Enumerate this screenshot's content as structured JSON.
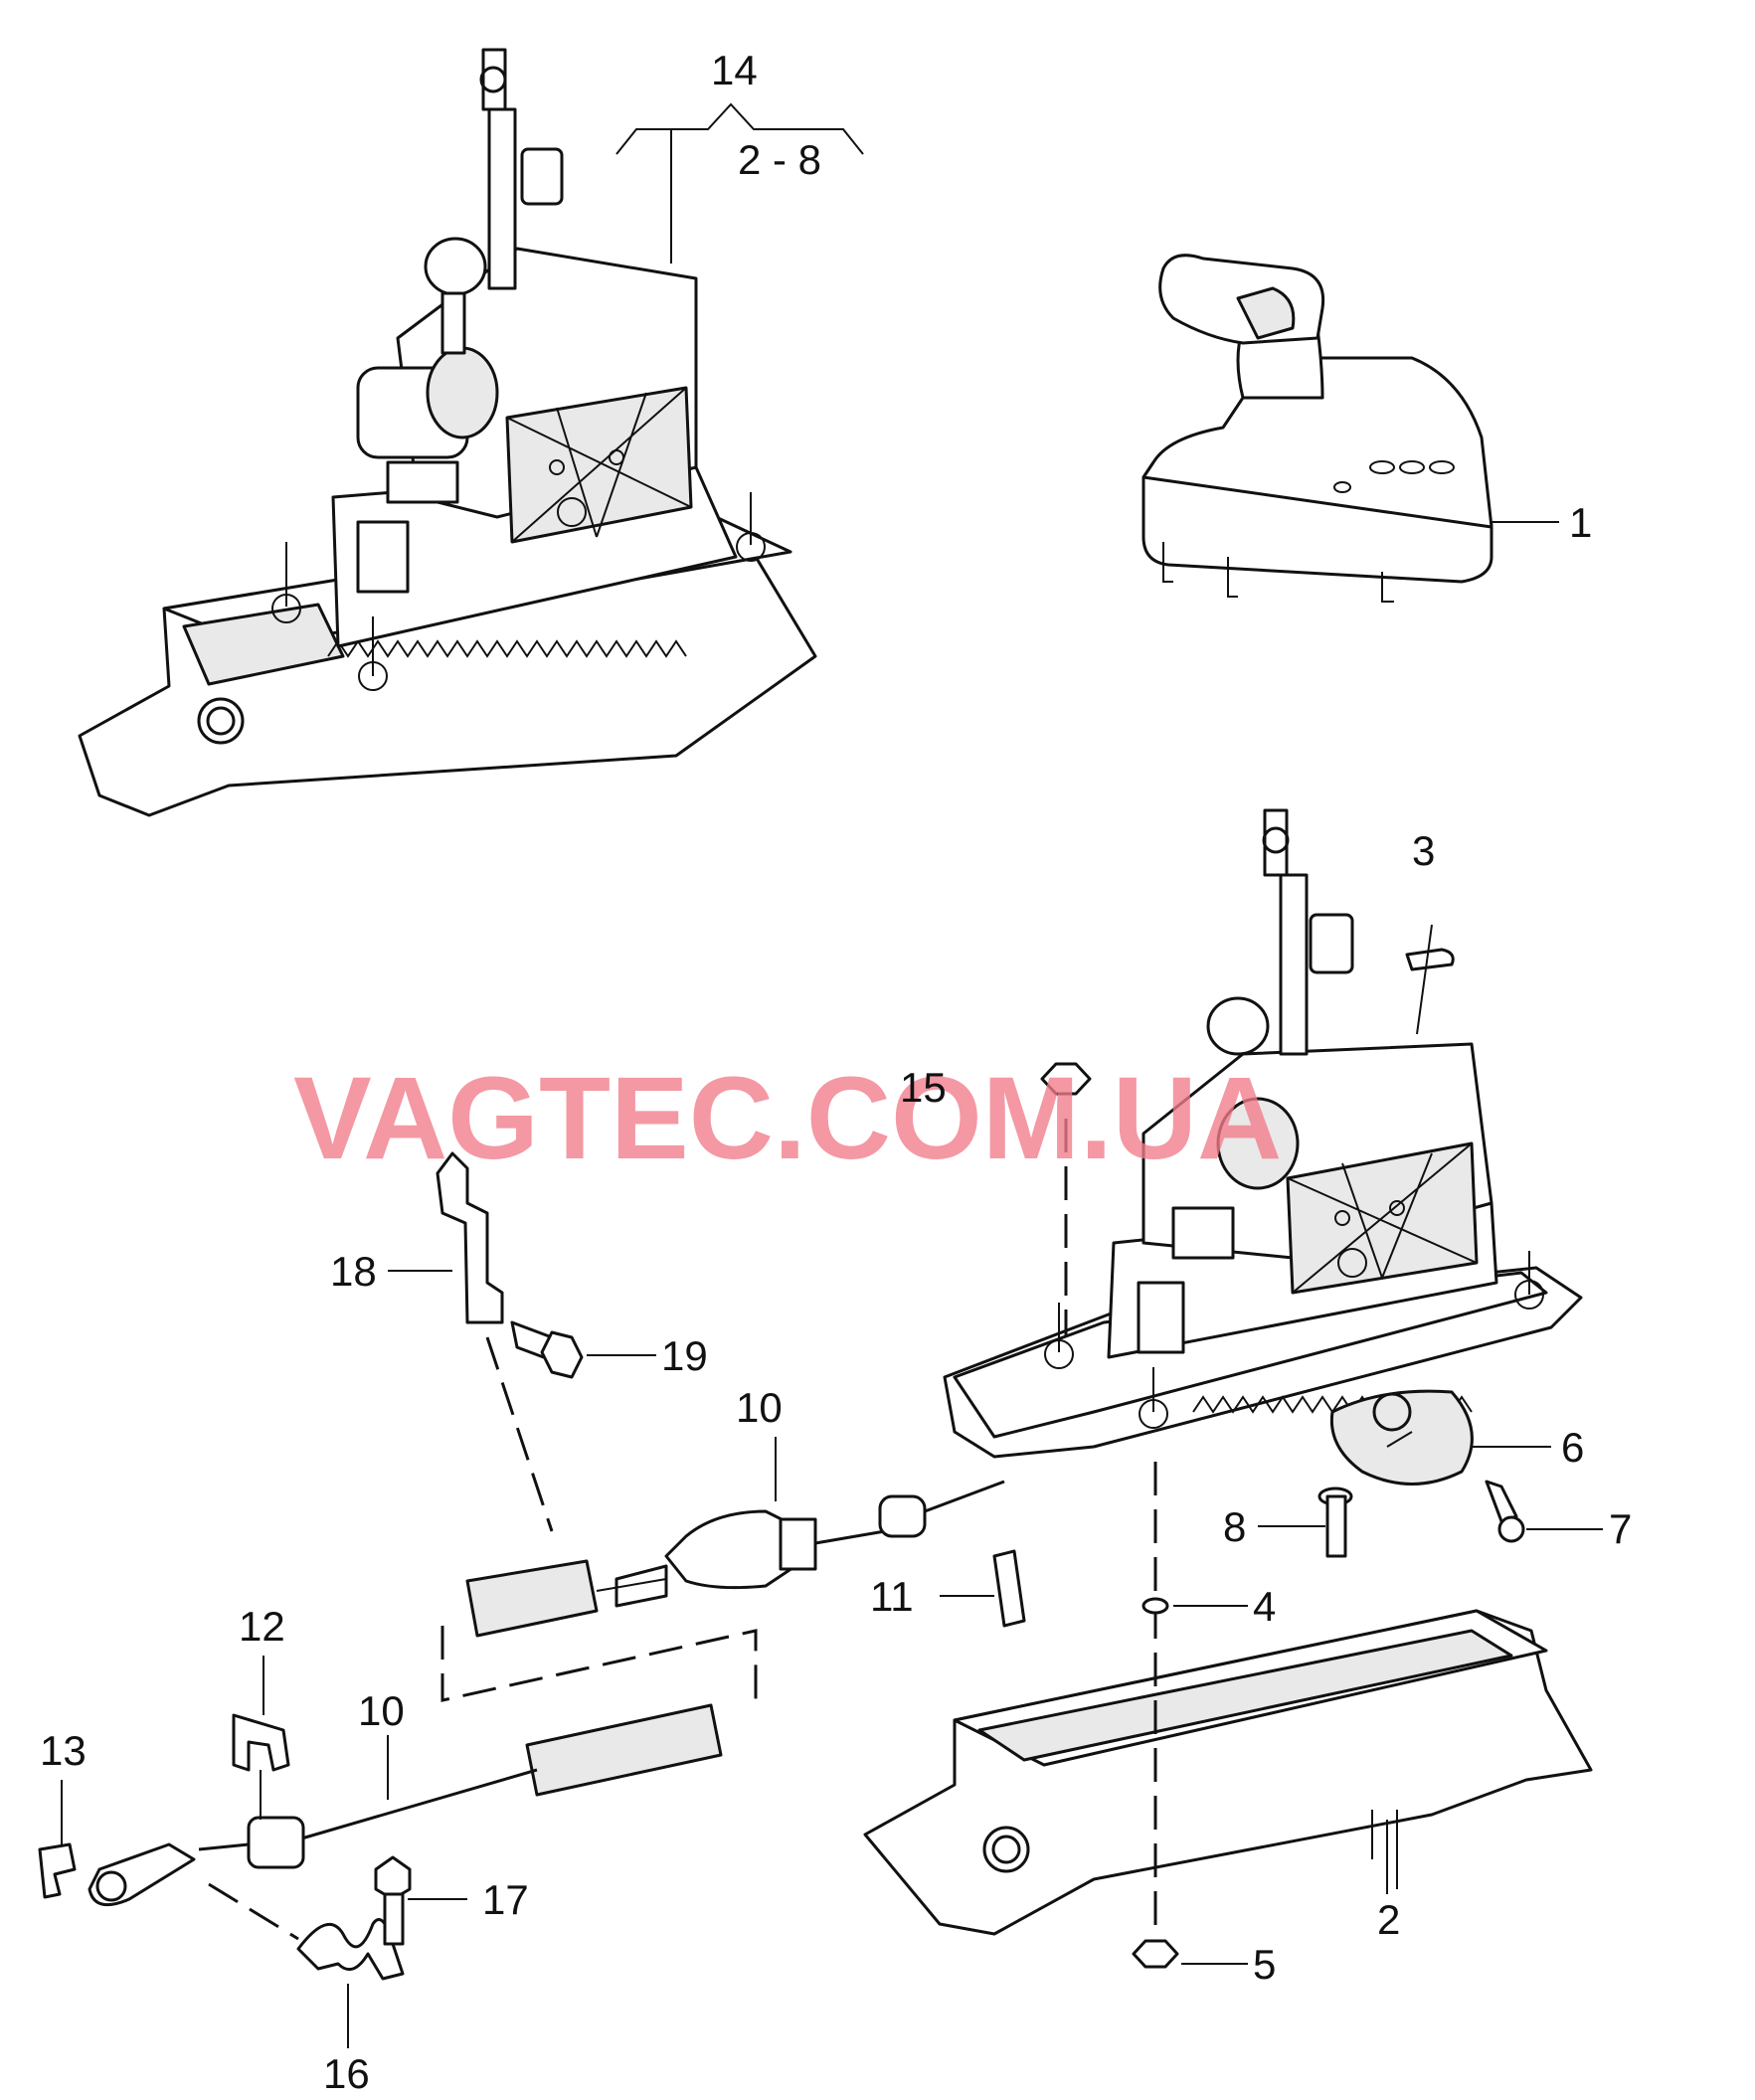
{
  "watermark": "VAGTEC.COM.UA",
  "callouts": {
    "c1": "1",
    "c2": "2",
    "c3": "3",
    "c4": "4",
    "c5": "5",
    "c6": "6",
    "c7": "7",
    "c8": "8",
    "c10a": "10",
    "c10b": "10",
    "c11": "11",
    "c12": "12",
    "c13": "13",
    "c14": "14",
    "c14range": "2 - 8",
    "c15": "15",
    "c16": "16",
    "c17": "17",
    "c18": "18",
    "c19": "19"
  },
  "colors": {
    "line": "#111111",
    "watermark": "#f27c8a",
    "background": "#ffffff"
  }
}
